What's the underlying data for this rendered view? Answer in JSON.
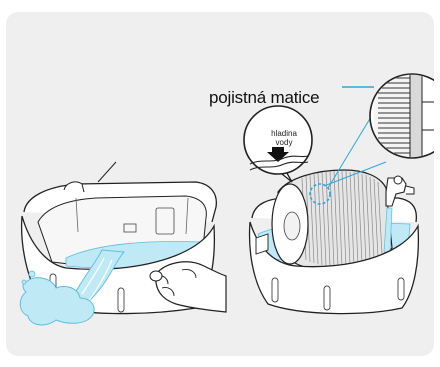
{
  "callout": {
    "label": "pojistná matice"
  },
  "water_level_bubble": {
    "line1": "hladina",
    "line2": "vody"
  },
  "colors": {
    "panel_bg": "#efefef",
    "water": "#bfe9f5",
    "water_stroke": "#5bbfe0",
    "accent_blue": "#29a8df",
    "outline": "#222222",
    "tray_fill": "#ffffff",
    "drum_fill": "#e6e6e6"
  },
  "icons": [
    "water-splash-icon",
    "hands-icon",
    "tap-icon",
    "down-arrow-icon"
  ]
}
